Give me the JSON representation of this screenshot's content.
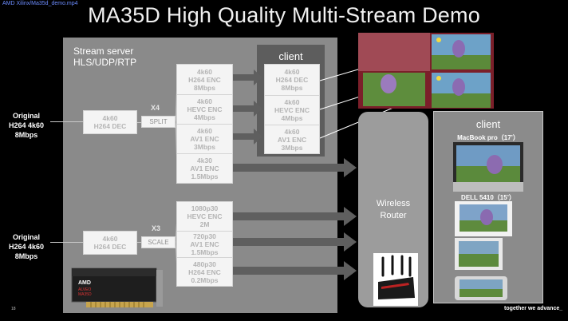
{
  "corner_link": "AMD Xilinx/Ma35d_demo.mp4",
  "title": "MA35D High Quality Multi-Stream Demo",
  "server": {
    "label_line1": "Stream server",
    "label_line2": "HLS/UDP/RTP"
  },
  "client_top": {
    "label": "client"
  },
  "input_top": {
    "line1": "Original",
    "line2": "H264 4k60",
    "line3": "8Mbps"
  },
  "input_bottom": {
    "line1": "Original",
    "line2": "H264 4k60",
    "line3": "8Mbps"
  },
  "decoder_top": {
    "line1": "4k60",
    "line2": "H264 DEC"
  },
  "decoder_bottom": {
    "line1": "4k60",
    "line2": "H264 DEC"
  },
  "split": {
    "multiplier": "X4",
    "label": "SPLIT"
  },
  "scale": {
    "multiplier": "X3",
    "label": "SCALE"
  },
  "encoders_top": [
    {
      "line1": "4k60",
      "line2": "H264 ENC",
      "line3": "8Mbps"
    },
    {
      "line1": "4k60",
      "line2": "HEVC ENC",
      "line3": "4Mbps"
    },
    {
      "line1": "4k60",
      "line2": "AV1 ENC",
      "line3": "3Mbps"
    },
    {
      "line1": "4k30",
      "line2": "AV1 ENC",
      "line3": "1.5Mbps"
    }
  ],
  "client_decoders": [
    {
      "line1": "4k60",
      "line2": "H264 DEC",
      "line3": "8Mbps"
    },
    {
      "line1": "4k60",
      "line2": "HEVC ENC",
      "line3": "4Mbps"
    },
    {
      "line1": "4k60",
      "line2": "AV1 ENC",
      "line3": "3Mbps"
    }
  ],
  "encoders_bottom": [
    {
      "line1": "1080p30",
      "line2": "HEVC ENC",
      "line3": "2M"
    },
    {
      "line1": "720p30",
      "line2": "AV1 ENC",
      "line3": "1.5Mbps"
    },
    {
      "line1": "480p30",
      "line2": "H264 ENC",
      "line3": "0.2Mbps"
    }
  ],
  "router": {
    "line1": "Wireless",
    "line2": "Router"
  },
  "devices": {
    "label": "client",
    "macbook": "MacBook pro（17’）",
    "dell": "DELL 5410（15’）"
  },
  "card": {
    "brand": "AMD",
    "model_line1": "ALVEO",
    "model_line2": "MA35D"
  },
  "footer": {
    "page_number": "18",
    "tagline": "together we advance_"
  },
  "colors": {
    "background": "#000000",
    "panel": "#8a8a8a",
    "client_panel": "#5d5d5d",
    "arrow": "#5f5f5f",
    "box_text": "#b4b4b4"
  }
}
